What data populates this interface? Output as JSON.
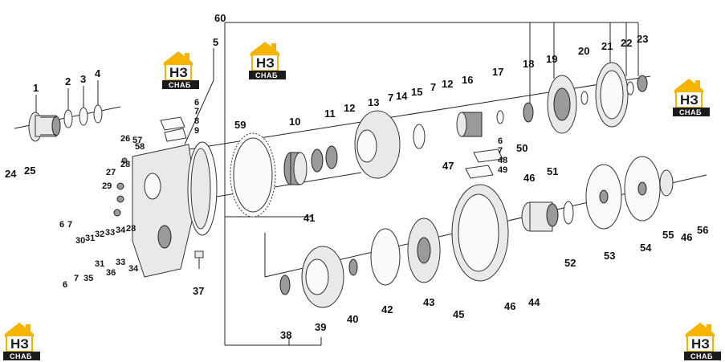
{
  "logo": {
    "mark": "НЗ",
    "caption": "СНАБ",
    "colors": {
      "accent": "#f5b400",
      "dark": "#1b1b1b"
    }
  },
  "labels": {
    "p1": "1",
    "p2": "2",
    "p3": "3",
    "p4": "4",
    "p5": "5",
    "p6a": "6",
    "p6b": "6",
    "p6c": "6",
    "p6d": "6",
    "p7a": "7",
    "p7b": "7",
    "p7c": "7",
    "p7d": "7",
    "p7e": "7",
    "p7f": "7",
    "p8": "8",
    "p9": "9",
    "p10": "10",
    "p11": "11",
    "p12a": "12",
    "p12b": "12",
    "p13": "13",
    "p14": "14",
    "p15": "15",
    "p16": "16",
    "p17": "17",
    "p18": "18",
    "p19": "19",
    "p20": "20",
    "p21": "21",
    "p22": "22",
    "p23": "23",
    "p24": "24",
    "p25": "25",
    "p26": "26",
    "p27": "27",
    "p28a": "28",
    "p28b": "28",
    "p29": "29",
    "p30": "30",
    "p31a": "31",
    "p31b": "31",
    "p32": "32",
    "p33a": "33",
    "p33b": "33",
    "p34a": "34",
    "p34b": "34",
    "p35": "35",
    "p36": "36",
    "p37": "37",
    "p38": "38",
    "p39": "39",
    "p40": "40",
    "p41": "41",
    "p42": "42",
    "p43": "43",
    "p44": "44",
    "p45": "45",
    "p46a": "46",
    "p46b": "46",
    "p46c": "46",
    "p47": "47",
    "p48": "48",
    "p49": "49",
    "p50": "50",
    "p51": "51",
    "p52": "52",
    "p53": "53",
    "p54": "54",
    "p55": "55",
    "p56": "56",
    "p57": "57",
    "p58": "58",
    "p59": "59",
    "p60": "60"
  }
}
